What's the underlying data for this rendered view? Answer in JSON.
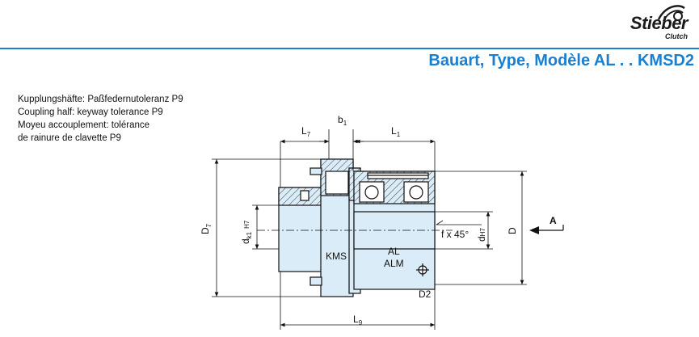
{
  "brand": {
    "name": "Stieber",
    "sub": "Clutch"
  },
  "title": "Bauart, Type, Modèle AL . . KMSD2",
  "note_lines": [
    "Kupplungshäfte: Paßfedernutoleranz P9",
    "Coupling half: keyway tolerance P9",
    "Moyeu accouplement: tolérance",
    "de rainure de clavette P9"
  ],
  "dimensions": {
    "L7": {
      "main": "L",
      "sub": "7"
    },
    "b1": {
      "main": "b",
      "sub": "1"
    },
    "L1": {
      "main": "L",
      "sub": "1"
    },
    "D7": {
      "main": "D",
      "sub": "7"
    },
    "dk1": {
      "main": "d",
      "sub": "k1",
      "tol": "H7"
    },
    "f": "f x 45°",
    "d": {
      "main": "d",
      "tol": "H7"
    },
    "D": "D",
    "A": "A",
    "D2": "D2",
    "L9": {
      "main": "L",
      "sub": "9"
    }
  },
  "labels": {
    "kms": "KMS",
    "al": "AL",
    "alm": "ALM"
  },
  "colors": {
    "accent": "#1b7fd0",
    "part_fill": "#d9ecf8",
    "line": "#111111"
  }
}
